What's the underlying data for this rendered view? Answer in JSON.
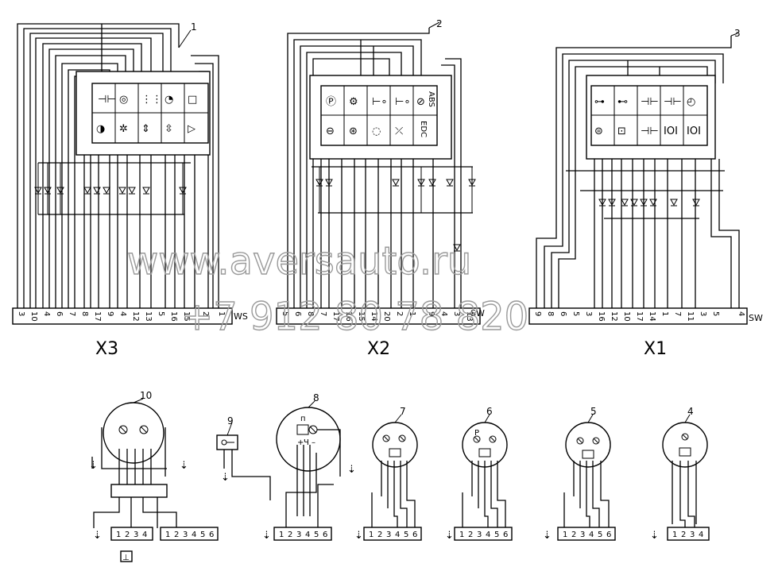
{
  "watermark": {
    "site": "www.aversauto.ru",
    "phone": "+7 912 80 78 820"
  },
  "panels": [
    {
      "id": "X3",
      "callout": "1",
      "terminal_tag": "WS",
      "pins": [
        "3",
        "10",
        "4",
        "6",
        "7",
        "8",
        "17",
        "9",
        "4",
        "12",
        "13",
        "5",
        "16",
        "15",
        "2",
        "1"
      ]
    },
    {
      "id": "X2",
      "callout": "2",
      "terminal_tag": "SW",
      "pins": [
        "5",
        "6",
        "8",
        "7",
        "17",
        "16",
        "15",
        "14",
        "20",
        "2",
        "1",
        "9",
        "4",
        "3",
        "13"
      ]
    },
    {
      "id": "X1",
      "callout": "3",
      "terminal_tag": "SW",
      "pins": [
        "9",
        "8",
        "6",
        "5",
        "3",
        "16",
        "12",
        "10",
        "17",
        "14",
        "1",
        "7",
        "11",
        "3",
        "5",
        "4"
      ]
    }
  ],
  "panel2_texts": {
    "abs": "ABS",
    "edc": "EDC"
  },
  "modules": [
    {
      "callout": "10",
      "connector_left": [
        "1",
        "2",
        "3",
        "4"
      ],
      "connector_right": [
        "1",
        "2",
        "3",
        "4",
        "5",
        "6"
      ]
    },
    {
      "callout": "9"
    },
    {
      "callout": "8",
      "connector": [
        "1",
        "2",
        "3",
        "4",
        "5",
        "6"
      ],
      "symbols": [
        "п",
        "+",
        "Ч",
        "–"
      ]
    },
    {
      "callout": "7",
      "connector": [
        "1",
        "2",
        "3",
        "4",
        "5",
        "6"
      ]
    },
    {
      "callout": "6",
      "connector": [
        "1",
        "2",
        "3",
        "4",
        "5",
        "6"
      ],
      "symbols": [
        "P"
      ]
    },
    {
      "callout": "5",
      "connector": [
        "1",
        "2",
        "3",
        "4",
        "5",
        "6"
      ]
    },
    {
      "callout": "4",
      "connector": [
        "1",
        "2",
        "3",
        "4"
      ]
    }
  ],
  "ground_symbol": "⊥"
}
